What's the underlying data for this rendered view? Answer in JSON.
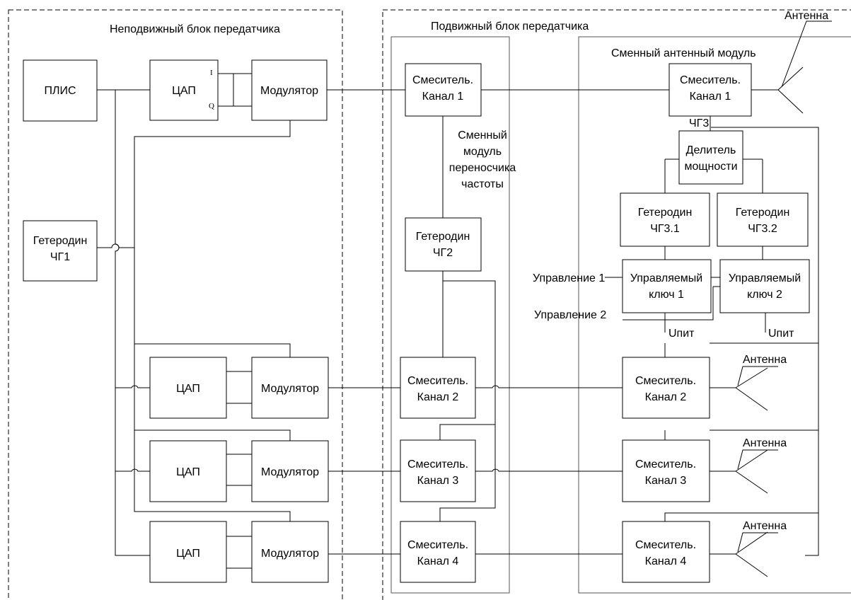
{
  "regions": {
    "fixed_block": "Неподвижный блок передатчика",
    "mobile_block": "Подвижный блок передатчика",
    "antenna_module": "Сменный антенный модуль",
    "freq_module": [
      "Сменный",
      "модуль",
      "переносчика",
      "частоты"
    ]
  },
  "fixed": {
    "plis": "ПЛИС",
    "dac": "ЦАП",
    "modulator": "Модулятор",
    "lo1": [
      "Гетеродин",
      "ЧГ1"
    ],
    "iq_i": "I",
    "iq_q": "Q"
  },
  "mobile": {
    "mixer": "Смеситель.",
    "ch1": "Канал 1",
    "ch2": "Канал 2",
    "ch3": "Канал 3",
    "ch4": "Канал 4",
    "lo2": [
      "Гетеродин",
      "ЧГ2"
    ]
  },
  "antenna_side": {
    "chg3": "ЧГ3",
    "divider": [
      "Делитель",
      "мощности"
    ],
    "lo31": [
      "Гетеродин",
      "ЧГ3.1"
    ],
    "lo32": [
      "Гетеродин",
      "ЧГ3.2"
    ],
    "key1": [
      "Управляемый",
      "ключ 1"
    ],
    "key2": [
      "Управляемый",
      "ключ 2"
    ],
    "ctrl1": "Управление 1",
    "ctrl2": "Управление 2",
    "upit": "Uпит",
    "antenna": "Антенна"
  }
}
